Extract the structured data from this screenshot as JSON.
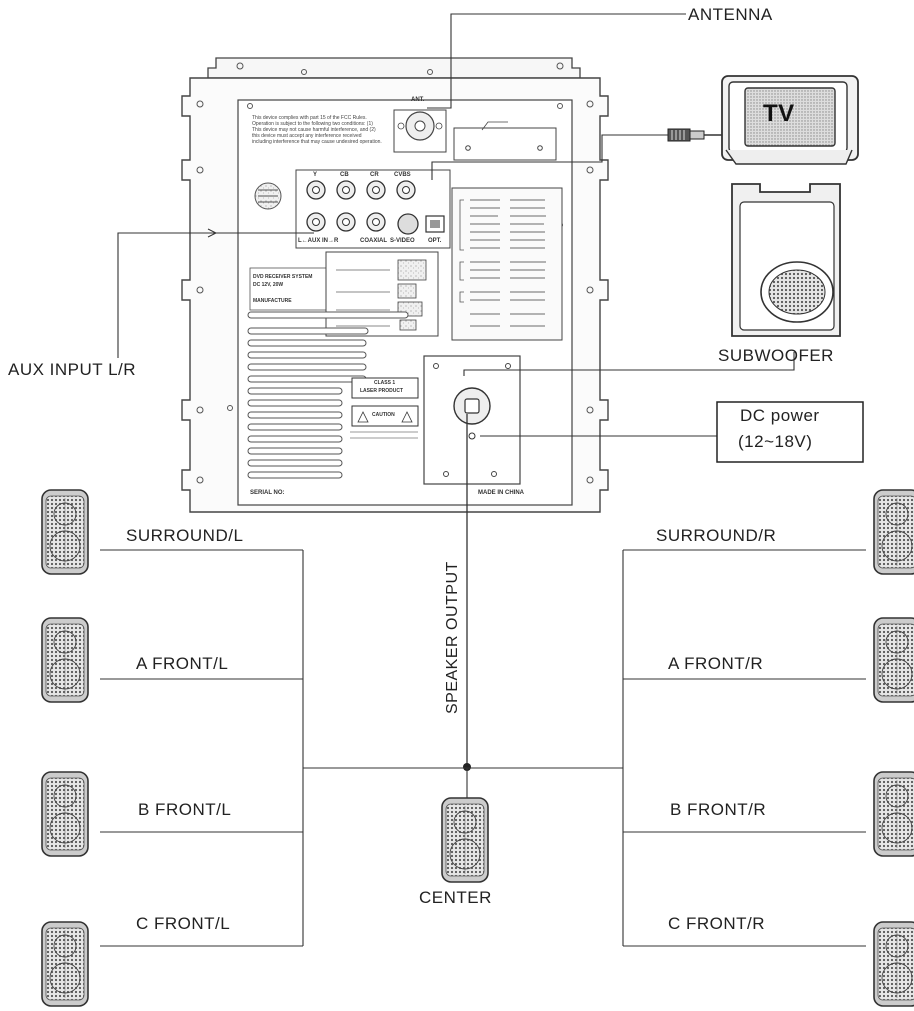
{
  "labels": {
    "antenna": "ANTENNA",
    "tv": "TV",
    "subwoofer": "SUBWOOFER",
    "aux_input": "AUX INPUT L/R",
    "dc_power_line1": "DC power",
    "dc_power_line2": "(12~18V)",
    "speaker_output": "SPEAKER OUTPUT",
    "center": "CENTER",
    "surround_l": "SURROUND/L",
    "surround_r": "SURROUND/R",
    "a_front_l": "A FRONT/L",
    "a_front_r": "A FRONT/R",
    "b_front_l": "B FRONT/L",
    "b_front_r": "B FRONT/R",
    "c_front_l": "C FRONT/L",
    "c_front_r": "C FRONT/R"
  },
  "panel": {
    "ant": "ANT.",
    "y": "Y",
    "cb": "CB",
    "cr": "CR",
    "cvbs": "CVBS",
    "aux": "L←AUX IN→R",
    "coaxial": "COAXIAL",
    "svideo": "S-VIDEO",
    "opt": "OPT.",
    "serial": "SERIAL NO:",
    "made_in": "MADE IN CHINA",
    "fcc_note": "This device complies with part 15 of the FCC Rules. Operation is subject to the following two conditions: (1) This device may not cause harmful interference, and (2) this device must accept any interference received including interference that may cause undesired operation.",
    "class1_line1": "CLASS 1",
    "class1_line2": "LASER PRODUCT",
    "caution": "CAUTION",
    "model_line1": "DVD RECEIVER SYSTEM",
    "model_line2": "DC 12V, 20W",
    "model_line3": "MANUFACTURE"
  }
}
